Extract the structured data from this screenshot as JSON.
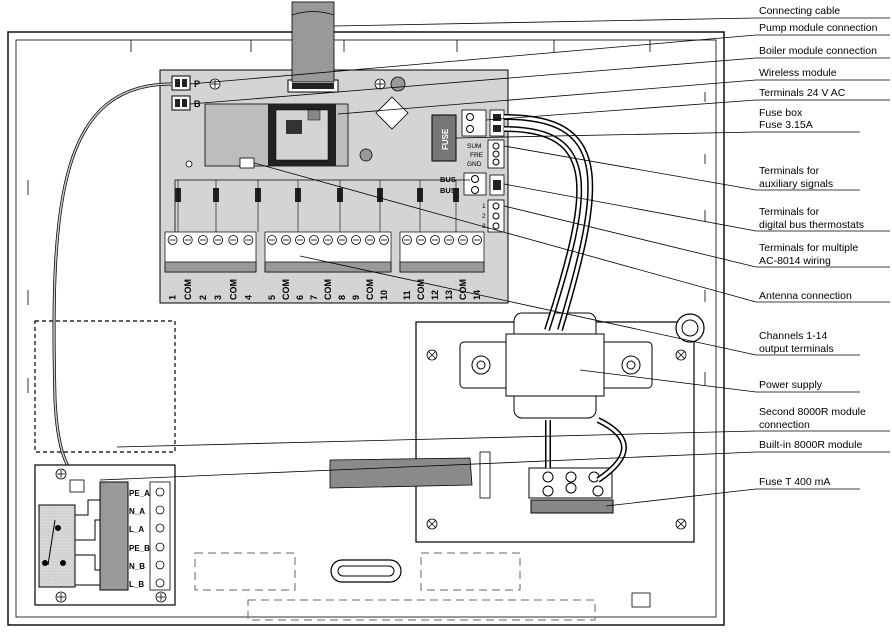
{
  "callouts": [
    {
      "id": "connecting-cable",
      "text": "Connecting cable"
    },
    {
      "id": "pump-module",
      "text": "Pump module connection"
    },
    {
      "id": "boiler-module",
      "text": "Boiler module connection"
    },
    {
      "id": "wireless-module",
      "text": "Wireless module"
    },
    {
      "id": "terminals-24vac",
      "text": "Terminals 24 V AC"
    },
    {
      "id": "fuse-box-1",
      "text": "Fuse box"
    },
    {
      "id": "fuse-box-2",
      "text": "Fuse 3.15A"
    },
    {
      "id": "aux-1",
      "text": "Terminals for"
    },
    {
      "id": "aux-2",
      "text": "auxiliary signals"
    },
    {
      "id": "bus-1",
      "text": "Terminals for"
    },
    {
      "id": "bus-2",
      "text": "digital bus thermostats"
    },
    {
      "id": "multi-1",
      "text": "Terminals for multiple"
    },
    {
      "id": "multi-2",
      "text": "AC-8014 wiring"
    },
    {
      "id": "antenna",
      "text": "Antenna connection"
    },
    {
      "id": "channels-1",
      "text": "Channels 1-14"
    },
    {
      "id": "channels-2",
      "text": "output terminals"
    },
    {
      "id": "power-supply",
      "text": "Power supply"
    },
    {
      "id": "second-1",
      "text": "Second 8000R module"
    },
    {
      "id": "second-2",
      "text": "connection"
    },
    {
      "id": "builtin",
      "text": "Built-in 8000R module"
    },
    {
      "id": "fuse-t400",
      "text": "Fuse T 400 mA"
    }
  ],
  "board": {
    "pump_label": "P",
    "boiler_label": "B",
    "fuse_label": "FUSE",
    "aux_labels": [
      "SUM",
      "FRE",
      "GND"
    ],
    "bus_labels": [
      "BUS",
      "BUS"
    ],
    "multi_labels": [
      "1",
      "2",
      "3"
    ],
    "channel_labels": [
      "1",
      "COM",
      "2",
      "3",
      "COM",
      "4",
      "5",
      "COM",
      "6",
      "7",
      "COM",
      "8",
      "9",
      "COM",
      "10",
      "11",
      "COM",
      "12",
      "13",
      "COM",
      "14"
    ]
  },
  "module_8000r": {
    "terminal_labels": [
      "PE_A",
      "N_A",
      "L_A",
      "PE_B",
      "N_B",
      "L_B"
    ]
  }
}
